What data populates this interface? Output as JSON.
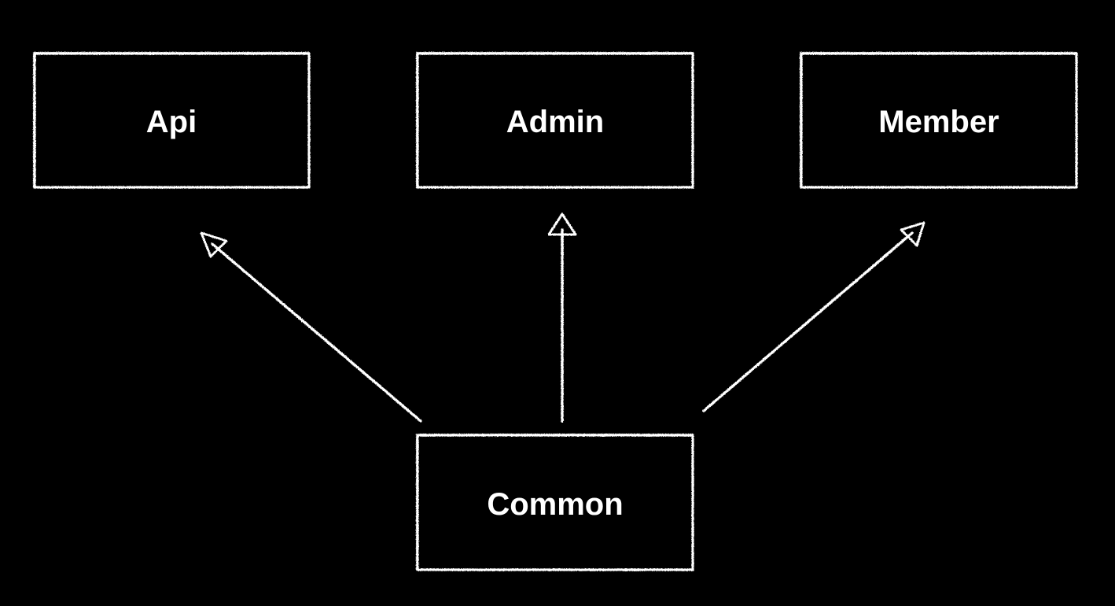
{
  "diagram": {
    "nodes": {
      "api": {
        "label": "Api"
      },
      "admin": {
        "label": "Admin"
      },
      "member": {
        "label": "Member"
      },
      "common": {
        "label": "Common"
      }
    },
    "edges": [
      {
        "from": "common",
        "to": "api"
      },
      {
        "from": "common",
        "to": "admin"
      },
      {
        "from": "common",
        "to": "member"
      }
    ],
    "colors": {
      "background": "#000000",
      "stroke": "#ffffff",
      "text": "#ffffff"
    }
  }
}
